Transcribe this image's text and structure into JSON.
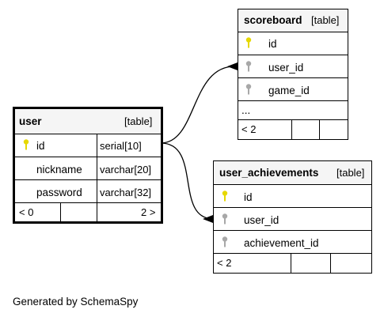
{
  "diagram": {
    "colors": {
      "key_primary": "#e6d800",
      "key_foreign": "#a8a8a8",
      "line": "#000000"
    },
    "tables": {
      "scoreboard": {
        "name": "scoreboard",
        "tag": "[table]",
        "columns": [
          {
            "name": "id",
            "key": "primary-key-icon"
          },
          {
            "name": "user_id",
            "key": "foreign-key-icon"
          },
          {
            "name": "game_id",
            "key": "foreign-key-icon"
          }
        ],
        "ellipsis": "...",
        "footer_left": "< 2"
      },
      "user": {
        "name": "user",
        "tag": "[table]",
        "columns": [
          {
            "name": "id",
            "type": "serial[10]",
            "key": "primary-key-icon"
          },
          {
            "name": "nickname",
            "type": "varchar[20]"
          },
          {
            "name": "password",
            "type": "varchar[32]"
          }
        ],
        "footer_left": "< 0",
        "footer_right": "2 >"
      },
      "user_achievements": {
        "name": "user_achievements",
        "tag": "[table]",
        "columns": [
          {
            "name": "id",
            "key": "primary-key-icon"
          },
          {
            "name": "user_id",
            "key": "foreign-key-icon"
          },
          {
            "name": "achievement_id",
            "key": "foreign-key-icon"
          }
        ],
        "footer_left": "< 2"
      }
    },
    "relationships": [
      {
        "from": "user.id",
        "to": "scoreboard.user_id"
      },
      {
        "from": "user.id",
        "to": "user_achievements.user_id"
      }
    ]
  },
  "footer": {
    "generated_by": "Generated by SchemaSpy"
  }
}
